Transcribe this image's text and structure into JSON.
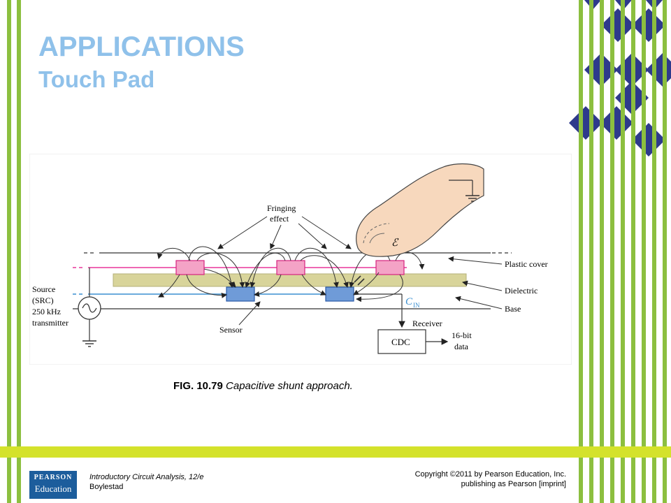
{
  "slide": {
    "title": "APPLICATIONS",
    "subtitle": "Touch Pad",
    "caption_fig": "FIG. 10.79",
    "caption_text": " Capacitive shunt approach.",
    "book_title": "Introductory Circuit Analysis, 12/e",
    "book_author": "Boylestad",
    "copyright_line1": "Copyright ©2011 by Pearson Education, Inc.",
    "copyright_line2": "publishing as Pearson [imprint]",
    "logo_line1": "PEARSON",
    "logo_line2": "Education"
  },
  "diagram": {
    "label_fringing_1": "Fringing",
    "label_fringing_2": "effect",
    "label_source_1": "Source",
    "label_source_2": "(SRC)",
    "label_source_3": "250 kHz",
    "label_source_4": "transmitter",
    "label_plastic_cover": "Plastic cover",
    "label_dielectric": "Dielectric",
    "label_base": "Base",
    "label_sensor": "Sensor",
    "label_receiver": "Receiver",
    "label_cdc": "CDC",
    "label_bits_1": "16-bit",
    "label_bits_2": "data",
    "label_cin": "C",
    "label_cin_sub": "IN",
    "label_field": "ℰ"
  },
  "colors": {
    "green_stripe": "#8cbf3f",
    "lime_bar": "#d4e22b",
    "navy_diamond": "#2e3a8c",
    "title_blue": "#8fc1ea",
    "dielectric": "#d8d49a",
    "pink_electrode": "#f4a3c6",
    "blue_sensor": "#6f9bd8",
    "pink_line": "#e8379a",
    "cyan_line": "#3a8fd0"
  }
}
